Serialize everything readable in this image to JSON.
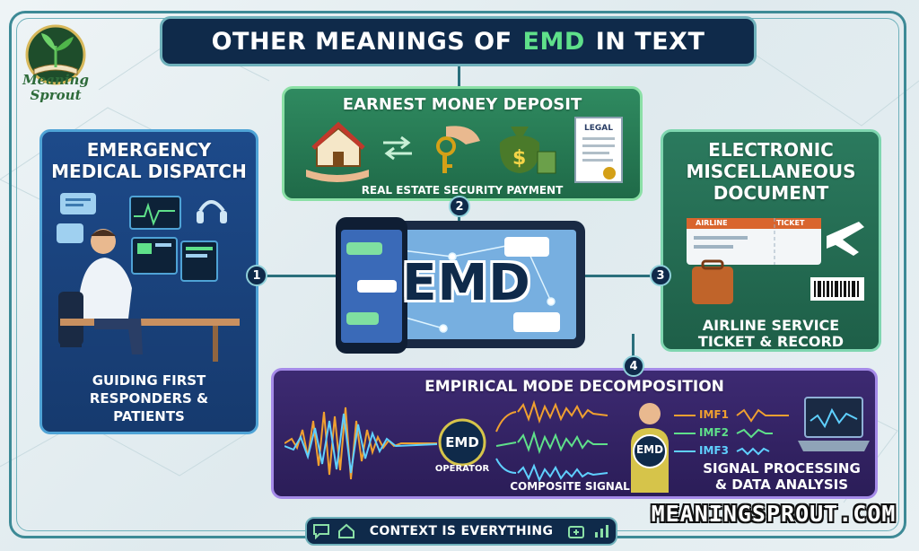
{
  "title": {
    "prefix": "OTHER MEANINGS OF",
    "accent": "EMD",
    "suffix": "IN TEXT"
  },
  "logo": {
    "line1": "Meaning",
    "line2": "Sprout"
  },
  "center": {
    "label": "EMD"
  },
  "panels": [
    {
      "badge": "1",
      "title_lines": [
        "EMERGENCY",
        "MEDICAL DISPATCH"
      ],
      "caption_lines": [
        "GUIDING FIRST",
        "RESPONDERS &",
        "PATIENTS"
      ]
    },
    {
      "badge": "2",
      "title_lines": [
        "EARNEST MONEY DEPOSIT"
      ],
      "caption_lines": [
        "REAL ESTATE SECURITY PAYMENT"
      ],
      "doc_label": "LEGAL"
    },
    {
      "badge": "3",
      "title_lines": [
        "ELECTRONIC",
        "MISCELLANEOUS",
        "DOCUMENT"
      ],
      "caption_lines": [
        "AIRLINE SERVICE",
        "TICKET & RECORD"
      ],
      "ticket_airline": "AIRLINE",
      "ticket_label": "TICKET"
    },
    {
      "badge": "4",
      "title_lines": [
        "EMPIRICAL MODE DECOMPOSITION"
      ],
      "caption_lines": [
        "SIGNAL PROCESSING",
        "& DATA ANALYSIS"
      ],
      "operator_label": "EMD",
      "operator_caption": "OPERATOR",
      "person_label": "EMD",
      "signal_caption": "COMPOSITE SIGNAL",
      "imfs": [
        "IMF1",
        "IMF2",
        "IMF3"
      ]
    }
  ],
  "footer": {
    "text": "CONTEXT IS EVERYTHING"
  },
  "website": "MEANINGSPROUT.COM",
  "colors": {
    "navy": "#0f2a4a",
    "accent_green": "#5fe08a",
    "teal_border": "#3d8a96",
    "dispatch_blue": "#1d4a8a",
    "deposit_green": "#2f8a60",
    "document_green": "#2b7a5e",
    "signal_purple": "#3d2a72"
  }
}
